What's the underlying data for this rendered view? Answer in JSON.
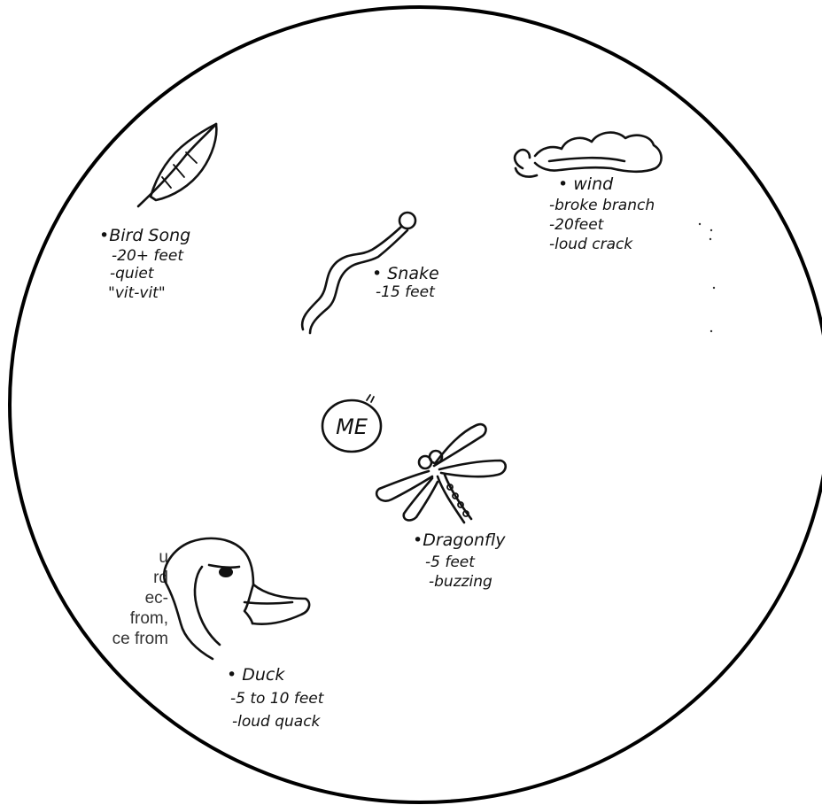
{
  "side_note": {
    "lines": [
      "u",
      "rd",
      "ec-",
      "from,",
      "ce from"
    ]
  },
  "center": {
    "label": "ME"
  },
  "labels": {
    "bird": {
      "title": "•Bird Song",
      "lines": [
        "-20+ feet",
        "-quiet",
        "\"vit-vit\""
      ]
    },
    "snake": {
      "title": "• Snake",
      "lines": [
        "-15 feet"
      ]
    },
    "wind": {
      "title": "• wind",
      "lines": [
        "-broke branch",
        "-20feet",
        "-loud crack"
      ]
    },
    "dragonfly": {
      "title": "•Dragonfly",
      "lines": [
        "-5 feet",
        "-buzzing"
      ]
    },
    "duck": {
      "title": "• Duck",
      "lines": [
        "-5 to 10 feet",
        "-loud quack"
      ]
    }
  },
  "icons": [
    "feather-icon",
    "snake-icon",
    "wind-cloud-icon",
    "dragonfly-icon",
    "duck-head-icon"
  ]
}
